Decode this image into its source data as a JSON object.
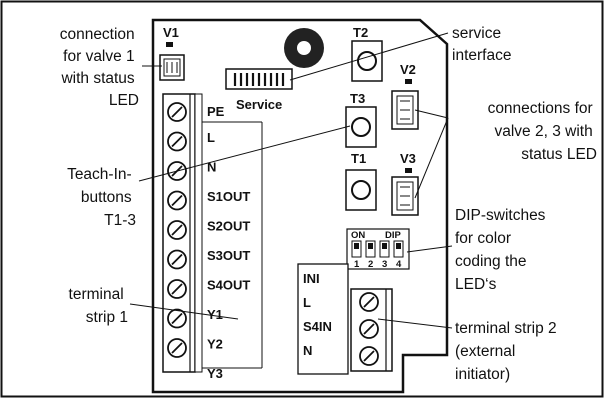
{
  "colors": {
    "line": "#111111",
    "board": "#ffffff",
    "led_fill": "#111111",
    "service_knob": "#222222"
  },
  "callouts": {
    "valve1": [
      "connection",
      "for valve 1",
      "with status",
      "LED"
    ],
    "service": [
      "service",
      "interface"
    ],
    "valve23": [
      "connections for",
      "valve 2, 3 with",
      "status LED"
    ],
    "teach": [
      "Teach-In-",
      "buttons",
      "T1-3"
    ],
    "dip": [
      "DIP-switches",
      "for color",
      "coding the",
      "LED‘s"
    ],
    "strip1": [
      "terminal",
      "strip 1"
    ],
    "strip2": [
      "terminal strip 2",
      "(external",
      "initiator)"
    ]
  },
  "board": {
    "v1": "V1",
    "v2": "V2",
    "v3": "V3",
    "t1": "T1",
    "t2": "T2",
    "t3": "T3",
    "pe": "PE",
    "service": "Service",
    "strip1_labels": [
      "L",
      "N",
      "S1OUT",
      "S2OUT",
      "S3OUT",
      "S4OUT",
      "Y1",
      "Y2",
      "Y3"
    ],
    "strip2_labels": [
      "INI",
      "L",
      "S4IN",
      "N"
    ],
    "dip_on": "ON",
    "dip_title": "DIP",
    "dip_numbers": [
      "1",
      "2",
      "3",
      "4"
    ]
  }
}
